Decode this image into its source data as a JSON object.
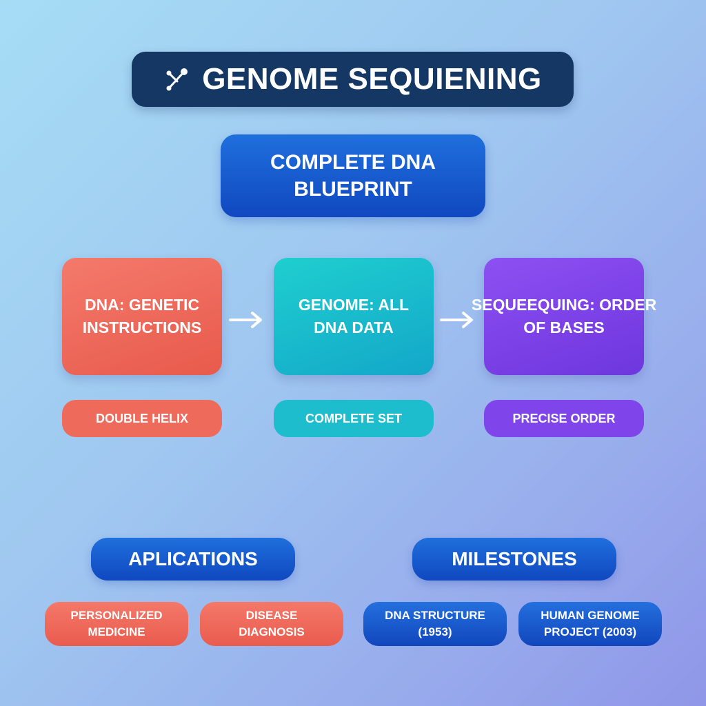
{
  "title": {
    "text": "GENOME SEQUIENING",
    "icon": "dna-molecule-icon"
  },
  "main_concept": {
    "line1": "COMPLETE DNA",
    "line2": "BLUEPRINT"
  },
  "concepts": [
    {
      "line1": "DNA: GENETIC",
      "line2": "INSTRUCTIONS",
      "tag": "DOUBLE HELIX",
      "color": "#ee6a5b"
    },
    {
      "line1": "GENOME: ALL",
      "line2": "DNA DATA",
      "tag": "COMPLETE SET",
      "color": "#1ebdcd"
    },
    {
      "line1": "SEQUEEQUING: ORDER",
      "line2": "OF BASES",
      "tag": "PRECISE ORDER",
      "color": "#7f45ea"
    }
  ],
  "applications": {
    "heading": "APLICATIONS",
    "items": [
      {
        "line1": "PERSONALIZED",
        "line2": "MEDICINE"
      },
      {
        "line1": "DISEASE",
        "line2": "DIAGNOSIS"
      }
    ]
  },
  "milestones": {
    "heading": "MILESTONES",
    "items": [
      {
        "line1": "DNA STRUCTURE",
        "line2": "(1953)"
      },
      {
        "line1": "HUMAN GENOME",
        "line2": "PROJECT (2003)"
      }
    ]
  },
  "colors": {
    "title_bg": "#143764",
    "primary_blue": "#1565d8",
    "coral": "#ee6a5b",
    "teal": "#1ebdcd",
    "purple": "#7f45ea"
  }
}
